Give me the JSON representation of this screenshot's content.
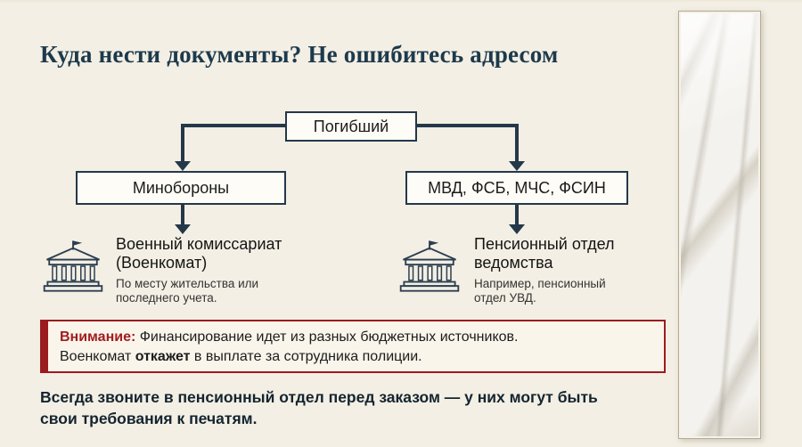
{
  "page": {
    "title": "Куда нести документы? Не ошибитесь адресом"
  },
  "flow": {
    "root_label": "Погибший",
    "branches": [
      {
        "box_label": "Минобороны",
        "title1": "Военный комиссариат",
        "title2": "(Военкомат)",
        "note1": "По месту жительства или",
        "note2": "последнего учета."
      },
      {
        "box_label": "МВД, ФСБ, МЧС, ФСИН",
        "title1": "Пенсионный отдел",
        "title2": "ведомства",
        "note1": "Например, пенсионный",
        "note2": "отдел УВД."
      }
    ]
  },
  "warning": {
    "label": "Внимание:",
    "line1_rest": " Финансирование идет из разных бюджетных источников.",
    "line2_pre": "Военкомат ",
    "line2_bold": "откажет",
    "line2_post": " в выплате за сотрудника полиции."
  },
  "footer": {
    "line1": "Всегда звоните в пенсионный отдел перед заказом — у них могут быть",
    "line2": "свои требования к печатям."
  },
  "colors": {
    "background": "#f3efe4",
    "primary": "#24384a",
    "warning_red": "#9c1b1f"
  }
}
